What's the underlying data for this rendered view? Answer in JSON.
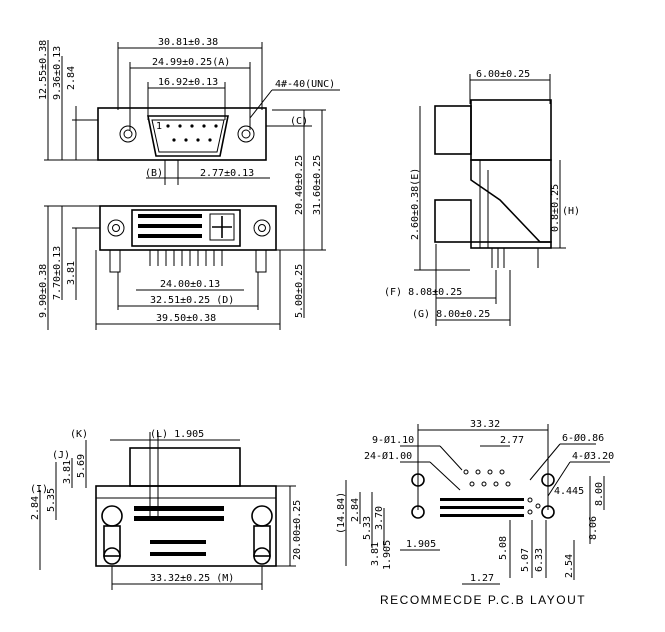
{
  "top_view": {
    "dims": {
      "overall_width": "30.81±0.38",
      "pin_span_a": "24.99±0.25(A)",
      "pin_span_inner": "16.92±0.13",
      "thread": "4#-40(UNC)",
      "ref_c": "(C)",
      "ref_b": "(B)",
      "pitch_b": "2.77±0.13",
      "h_1255": "12.55±0.38",
      "h_936": "9.36±0.13",
      "h_284": "2.84",
      "h_2040": "20.40±0.25",
      "h_3160": "31.60±0.25",
      "h_990": "9.90±0.38",
      "h_770": "7.70±0.13",
      "h_381": "3.81",
      "h_500": "5.00±0.25",
      "w_2400": "24.00±0.13",
      "w_3251": "32.51±0.25 (D)",
      "w_3950": "39.50±0.38"
    },
    "pin_label": "1"
  },
  "side_view": {
    "dims": {
      "top_width": "6.00±0.25",
      "height_e": "2.60±0.38(E)",
      "offset_h": "0.8±0.25",
      "ref_h": "(H)",
      "f_dim": "(F) 8.08±0.25",
      "g_dim": "(G) 8.00±0.25"
    }
  },
  "front_view": {
    "dims": {
      "ref_k": "(K)",
      "ref_l": "(L) 1.905",
      "ref_j": "(J)",
      "v_569": "5.69",
      "v_381": "3.81",
      "v_535": "5.35",
      "v_284": "2.84",
      "ref_i": "(I)",
      "h_2000": "20.00±0.25",
      "w_3332": "33.32±0.25 (M)"
    }
  },
  "pcb_layout": {
    "dims": {
      "w_3332": "33.32",
      "hole_9": "9-Ø1.10",
      "hole_24": "24-Ø1.00",
      "pitch_277": "2.77",
      "hole_6": "6-Ø0.86",
      "hole_4": "4-Ø3.20",
      "d_4445": "4.445",
      "d_800": "8.00",
      "d_1484": "(14.84)",
      "d_284": "2.84",
      "d_533": "5.33",
      "d_370": "3.70",
      "d_806": "8.06",
      "d_381": "3.81",
      "d_1905v": "1.905",
      "d_1905": "1.905",
      "d_508": "5.08",
      "d_127": "1.27",
      "d_507": "5.07",
      "d_633": "6.33",
      "d_254": "2.54"
    },
    "caption": "RECOMMECDE P.C.B LAYOUT"
  }
}
